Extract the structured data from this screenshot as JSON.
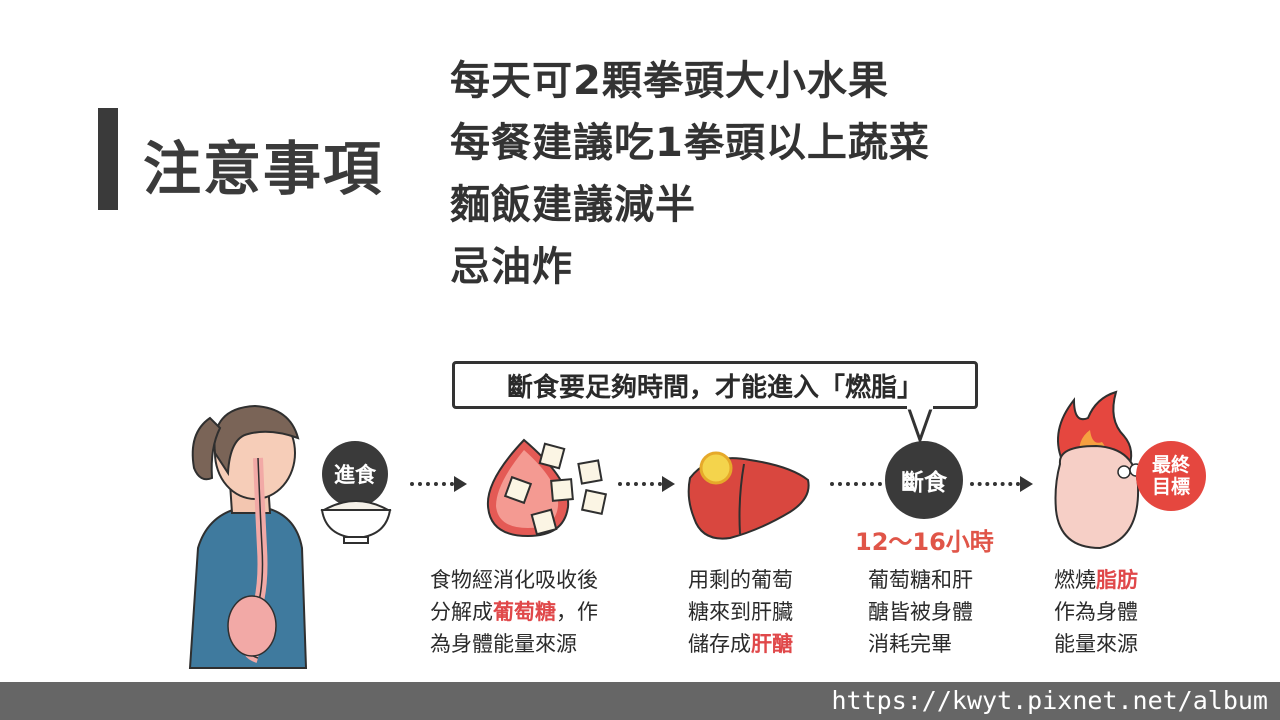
{
  "heading": {
    "title": "注意事項"
  },
  "tips": [
    "每天可2顆拳頭大小水果",
    "每餐建議吃1拳頭以上蔬菜",
    "麵飯建議減半",
    "忌油炸"
  ],
  "diagram": {
    "banner": "斷食要足夠時間，才能進入「燃脂」",
    "step_eat": "進食",
    "step_fast": "斷食",
    "hours": "12～16小時",
    "goal_line1": "最終",
    "goal_line2": "目標",
    "captions": {
      "c1": {
        "l1": "食物經消化吸收後",
        "l2a": "分解成",
        "l2b": "葡萄糖",
        "l2c": "，作",
        "l3": "為身體能量來源"
      },
      "c2": {
        "l1": "用剩的葡萄",
        "l2": "糖來到肝臟",
        "l3a": "儲存成",
        "l3b": "肝醣"
      },
      "c3": {
        "l1": "葡萄糖和肝",
        "l2": "醣皆被身體",
        "l3": "消耗完畢"
      },
      "c4": {
        "l1a": "燃燒",
        "l1b": "脂肪",
        "l2": "作為身體",
        "l3": "能量來源"
      }
    }
  },
  "footer": {
    "url": "https://kwyt.pixnet.net/album"
  },
  "colors": {
    "accent_red": "#e0484a",
    "dark": "#3a3a3a",
    "footer_gray": "#666666"
  }
}
